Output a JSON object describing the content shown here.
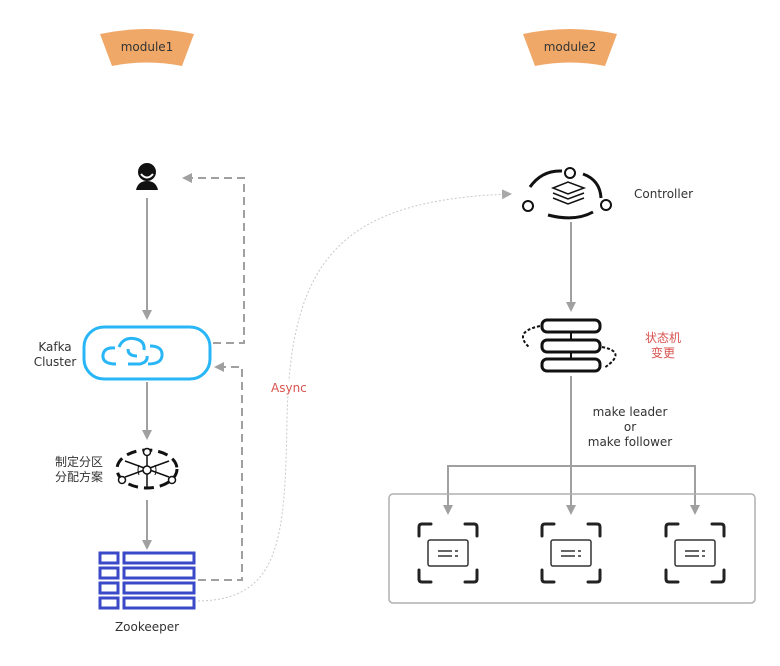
{
  "modules": [
    {
      "label": "module1",
      "color": "#f0a868"
    },
    {
      "label": "module2",
      "color": "#f0a868"
    }
  ],
  "nodes": {
    "user": {
      "icon": "user-icon"
    },
    "kafka_cluster": {
      "label_line1": "Kafka",
      "label_line2": "Cluster",
      "icon": "cloud-sync-icon",
      "color": "#29b6f6"
    },
    "partition_plan": {
      "label_line1": "制定分区",
      "label_line2": "分配方案",
      "icon": "network-hub-icon"
    },
    "zookeeper": {
      "label": "Zookeeper",
      "icon": "server-rack-icon",
      "color": "#3949c8"
    },
    "controller": {
      "label": "Controller",
      "icon": "layers-cycle-icon"
    },
    "state_machine": {
      "label_line1": "状态机",
      "label_line2": "变更",
      "icon": "state-machine-icon",
      "label_color": "#d9534f"
    },
    "brokers": [
      {
        "icon": "broker-card-icon"
      },
      {
        "icon": "broker-card-icon"
      },
      {
        "icon": "broker-card-icon"
      }
    ]
  },
  "edges": {
    "async_label": "Async",
    "make_label_line1": "make leader",
    "make_label_line2": "or",
    "make_label_line3": "make follower"
  },
  "colors": {
    "line": "#a0a0a0",
    "async_line": "#c8c8c8",
    "async_text": "#d9534f",
    "box_border": "#b0b0b0",
    "icon_dark": "#222222"
  }
}
